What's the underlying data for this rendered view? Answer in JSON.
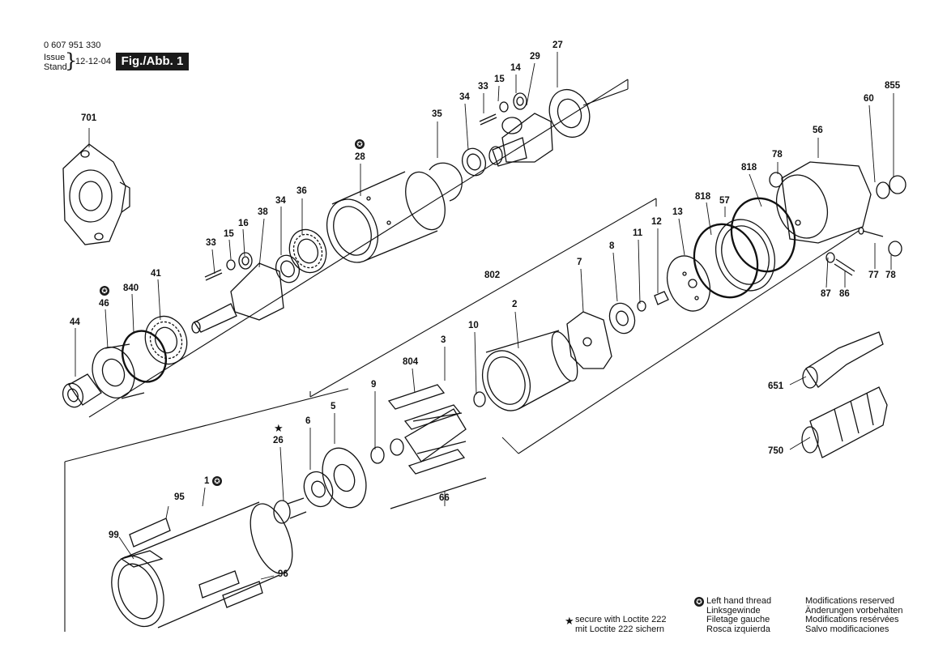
{
  "header": {
    "doc_number": "0 607 951 330",
    "issue_label": "Issue",
    "stand_label": "Stand",
    "issue_date": "12-12-04",
    "figure_label": "Fig./Abb. 1"
  },
  "part_numbers": {
    "p701": "701",
    "p27": "27",
    "p29": "29",
    "p14": "14",
    "p15a": "15",
    "p33a": "33",
    "p34a": "34",
    "p35": "35",
    "p28": "28",
    "p855": "855",
    "p60": "60",
    "p56": "56",
    "p78a": "78",
    "p818a": "818",
    "p818b": "818",
    "p57": "57",
    "p13": "13",
    "p12": "12",
    "p11": "11",
    "p8": "8",
    "p7": "7",
    "p802": "802",
    "p2": "2",
    "p10": "10",
    "p3": "3",
    "p804": "804",
    "p9": "9",
    "p5": "5",
    "p6": "6",
    "p26": "26",
    "p1": "1",
    "p95": "95",
    "p99": "99",
    "p96": "96",
    "p66": "66",
    "p36": "36",
    "p34b": "34",
    "p38": "38",
    "p16": "16",
    "p15b": "15",
    "p33b": "33",
    "p41": "41",
    "p840": "840",
    "p46": "46",
    "p44": "44",
    "p87": "87",
    "p86": "86",
    "p77": "77",
    "p78b": "78",
    "p651": "651",
    "p750": "750"
  },
  "notes": {
    "loctite_en": "secure with Loctite 222",
    "loctite_de": "mit Loctite 222 sichern",
    "lh_en": "Left hand thread",
    "lh_de": "Linksgewinde",
    "lh_fr": "Filetage gauche",
    "lh_es": "Rosca izquierda",
    "mod_en": "Modifications reserved",
    "mod_de": "Änderungen vorbehalten",
    "mod_fr": "Modifications resérvées",
    "mod_es": "Salvo modificaciones"
  },
  "symbols": {
    "star": "★",
    "left_hand_icon": "left-hand-thread-icon"
  }
}
